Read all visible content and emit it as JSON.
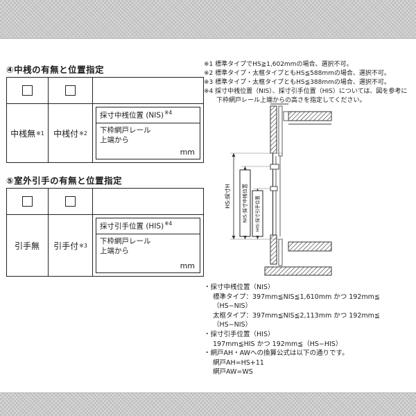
{
  "section4": {
    "title": "④中桟の有無と位置指定",
    "option1": {
      "label": "中桟無",
      "note": "※1"
    },
    "option2": {
      "label": "中桟付",
      "note": "※2"
    },
    "box": {
      "title": "採寸中桟位置 (NIS)",
      "note": "※4",
      "line1": "下枠網戸レール",
      "line2": "上端から",
      "unit": "mm"
    }
  },
  "section5": {
    "title": "⑤室外引手の有無と位置指定",
    "option1": {
      "label": "引手無",
      "note": ""
    },
    "option2": {
      "label": "引手付",
      "note": "※3"
    },
    "box": {
      "title": "採寸引手位置 (HIS)",
      "note": "※4",
      "line1": "下枠網戸レール",
      "line2": "上端から",
      "unit": "mm"
    }
  },
  "notes_top": [
    "※1 標準タイプでHS≧1,602mmの場合、選択不可。",
    "※2 標準タイプ・太框タイプともHS≦588mmの場合、選択不可。",
    "※3 標準タイプ・太框タイプともHS≦388mmの場合、選択不可。",
    "※4 採寸中桟位置（NIS）、採寸引手位置（HIS）については、図を参考に下枠網戸レール上端からの高さを指定してください。"
  ],
  "diagram": {
    "hs_label": "HS:採寸H",
    "nis_label": "NIS:採寸中桟位置",
    "his_label": "HIS:採寸引手位置"
  },
  "notes_bottom": [
    "・採寸中桟位置（NIS）",
    "標準タイプ：397mm≦NIS≦1,610mm かつ 192mm≦（HS−NIS）",
    "太框タイプ：397mm≦NIS≦2,113mm かつ 192mm≦（HS−NIS）",
    "・採寸引手位置（HIS）",
    "197mm≦HIS かつ 192mm≦（HS−HIS）",
    "・網戸AH・AWへの換算公式は以下の通りです。",
    "網戸AH=HS+11",
    "網戸AW=WS"
  ]
}
